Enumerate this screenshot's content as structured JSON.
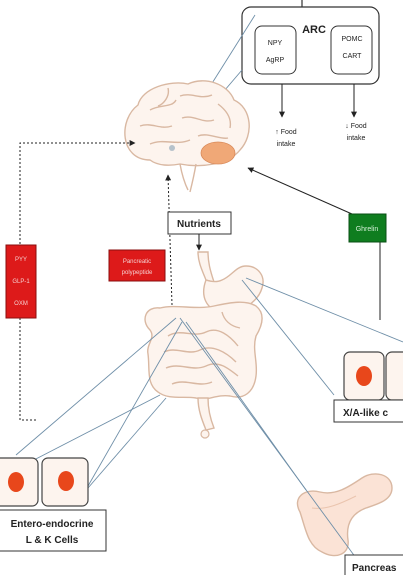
{
  "arc": {
    "title": "ARC",
    "left_box": {
      "line1": "NPY",
      "line2": "AgRP"
    },
    "right_box": {
      "line1": "POMC",
      "line2": "CART"
    },
    "left_effect": {
      "line1": "↑ Food",
      "line2": "intake"
    },
    "right_effect": {
      "line1": "↓ Food",
      "line2": "intake"
    }
  },
  "nutrients_label": "Nutrients",
  "ghrelin_label": "Ghrelin",
  "pancreatic_polypeptide": {
    "line1": "Pancreatic",
    "line2": "polypeptide"
  },
  "gut_hormones": [
    "PYY",
    "GLP-1",
    "OXM"
  ],
  "xa_cells_label": "X/A-like c",
  "entero_label": {
    "line1": "Entero-endocrine",
    "line2": "L & K Cells"
  },
  "pancreas_label": "Pancreas",
  "colors": {
    "red_box": "#dd1a1a",
    "green_box": "#0f7d1f",
    "cell_nucleus": "#e8471b",
    "organ_fill": "#fbe3d6",
    "organ_stroke": "#d9b8a2",
    "connector_line": "#6f8fa8",
    "brain_highlight": "#f0a877"
  }
}
